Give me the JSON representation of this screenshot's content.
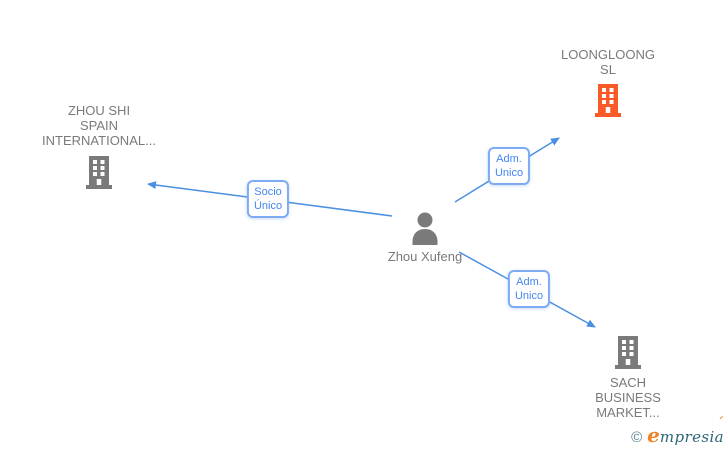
{
  "diagram": {
    "type": "corporate-relations-graph",
    "nodes": [
      {
        "id": "zhou-shi-spain-international",
        "kind": "company",
        "label_lines": [
          "ZHOU SHI",
          "SPAIN",
          "INTERNATIONAL..."
        ],
        "icon": "building-icon",
        "icon_color": "#7a7a7a"
      },
      {
        "id": "loongloong-sl",
        "kind": "company",
        "label_lines": [
          "LOONGLOONG",
          "SL"
        ],
        "icon": "building-icon",
        "icon_color": "#fb5a28"
      },
      {
        "id": "zhou-xufeng",
        "kind": "person",
        "label_lines": [
          "Zhou Xufeng"
        ],
        "icon": "person-icon",
        "icon_color": "#7a7a7a"
      },
      {
        "id": "sach-business-market",
        "kind": "company",
        "label_lines": [
          "SACH",
          "BUSINESS",
          "MARKET..."
        ],
        "icon": "building-icon",
        "icon_color": "#7a7a7a"
      }
    ],
    "edges": [
      {
        "from": "zhou-xufeng",
        "to": "zhou-shi-spain-international",
        "label_lines": [
          "Socio",
          "Único"
        ]
      },
      {
        "from": "zhou-xufeng",
        "to": "loongloong-sl",
        "label_lines": [
          "Adm.",
          "Unico"
        ]
      },
      {
        "from": "zhou-xufeng",
        "to": "sach-business-market",
        "label_lines": [
          "Adm.",
          "Unico"
        ]
      }
    ]
  },
  "watermark": {
    "copyright": "©",
    "brand_initial": "e",
    "brand_rest": "mpresia",
    "accent": "´"
  },
  "colors": {
    "edge_blue": "#4a90e2",
    "edge_label_blue": "#4285f4",
    "node_gray": "#7a7a7a",
    "company_orange": "#fb5a28",
    "watermark_teal": "#2e6577",
    "watermark_orange": "#ef8228"
  }
}
